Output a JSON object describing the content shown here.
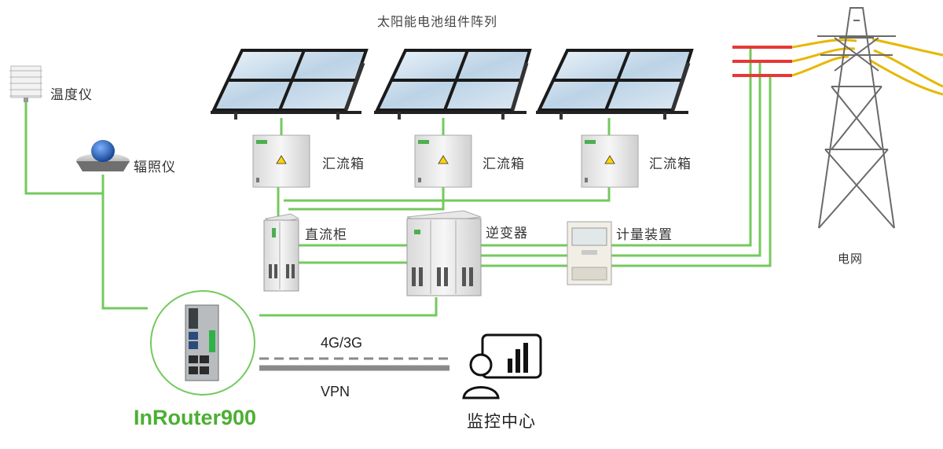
{
  "diagram": {
    "title": "太阳能电池组件阵列",
    "devices": {
      "thermometer": "温度仪",
      "pyranometer": "辐照仪",
      "combiner_box_1": "汇流箱",
      "combiner_box_2": "汇流箱",
      "combiner_box_3": "汇流箱",
      "dc_cabinet": "直流柜",
      "inverter": "逆变器",
      "metering": "计量装置",
      "grid": "电网"
    },
    "network": {
      "label_top": "4G/3G",
      "label_bottom": "VPN"
    },
    "router": {
      "name": "InRouter900",
      "color": "#4caf32"
    },
    "monitoring_center": "监控中心",
    "colors": {
      "line_green": "#74c95e",
      "line_red": "#e53935",
      "line_yellow": "#e6b800",
      "tower": "#6a6a6a"
    }
  }
}
